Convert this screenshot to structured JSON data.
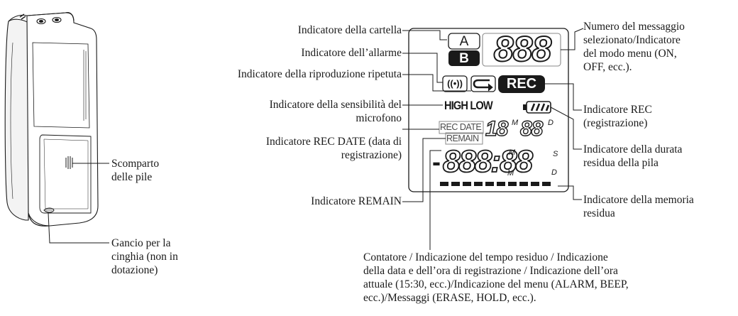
{
  "labels": {
    "folder": "Indicatore della cartella",
    "alarm": "Indicatore dell’allarme",
    "repeat": "Indicatore della riproduzione ripetuta",
    "sensitivity_1": "Indicatore della sensibilità del",
    "sensitivity_2": "microfono",
    "rec_date_1": "Indicatore REC DATE (data di",
    "rec_date_2": "registrazione)",
    "remain": "Indicatore REMAIN",
    "battery_comp_1": "Scomparto",
    "battery_comp_2": "delle pile",
    "strap_1": "Gancio per la",
    "strap_2": "cinghia (non in",
    "strap_3": "dotazione)",
    "msg_num_1": "Numero del messaggio",
    "msg_num_2": "selezionato/Indicatore",
    "msg_num_3": "del modo menu (ON,",
    "msg_num_4": "OFF, ecc.).",
    "rec_ind_1": "Indicatore REC",
    "rec_ind_2": "(registrazione)",
    "battery_life_1": "Indicatore della durata",
    "battery_life_2": "residua della pila",
    "memory_1": "Indicatore della memoria",
    "memory_2": "residua",
    "counter_1": "Contatore / Indicazione del tempo residuo / Indicazione",
    "counter_2": "della data e dell’ora di registrazione / Indicazione dell’ora",
    "counter_3": "attuale (15:30, ecc.)/Indicazione del menu (ALARM, BEEP,",
    "counter_4": "ecc.)/Messaggi (ERASE, HOLD, ecc.)."
  },
  "lcd": {
    "folder_a": "A",
    "folder_b": "B",
    "message_digits": "888",
    "alarm_symbol": "((•))",
    "rec": "REC",
    "high": "HIGH",
    "low": "LOW",
    "rec_date": "REC DATE",
    "remain": "REMAIN",
    "date_month_digits": "18",
    "date_month_unit": "M",
    "date_day_digits": "88",
    "date_day_unit": "D",
    "counter_sign": "-",
    "counter_digits": "888:88",
    "counter_unit_m_top": "M",
    "counter_unit_m_bottom": "M",
    "counter_unit_s": "S",
    "counter_unit_d": "D"
  },
  "colors": {
    "ink": "#1a1a1a",
    "lcd_gray": "#8a8a8a",
    "device_fill": "#ffffff"
  }
}
